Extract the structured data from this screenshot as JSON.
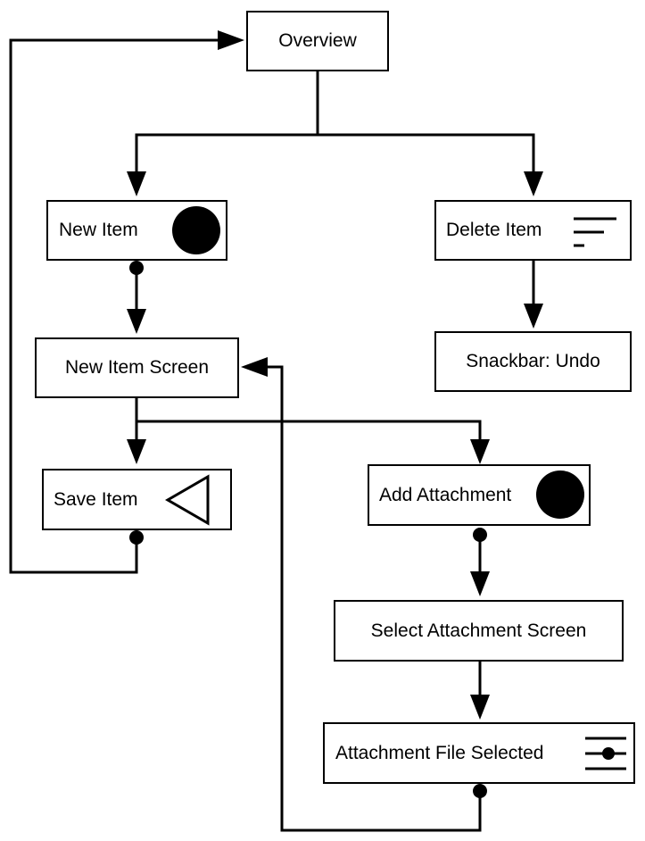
{
  "diagram": {
    "nodes": {
      "overview": "Overview",
      "new_item": "New Item",
      "delete_item": "Delete Item",
      "new_item_screen": "New Item Screen",
      "snackbar_undo": "Snackbar: Undo",
      "save_item": "Save Item",
      "add_attachment": "Add Attachment",
      "select_attachment_screen": "Select Attachment Screen",
      "attachment_file_selected": "Attachment File Selected"
    },
    "icons": {
      "new_item": "filled-circle-icon",
      "delete_item": "swipe-lines-icon",
      "save_item": "back-triangle-icon",
      "add_attachment": "filled-circle-icon",
      "attachment_file_selected": "slider-handle-icon"
    },
    "edges": [
      {
        "from": "Overview",
        "to": "New Item"
      },
      {
        "from": "Overview",
        "to": "Delete Item"
      },
      {
        "from": "New Item",
        "to": "New Item Screen"
      },
      {
        "from": "Delete Item",
        "to": "Snackbar: Undo"
      },
      {
        "from": "New Item Screen",
        "to": "Save Item"
      },
      {
        "from": "New Item Screen",
        "to": "Add Attachment"
      },
      {
        "from": "Save Item",
        "to": "Overview"
      },
      {
        "from": "Add Attachment",
        "to": "Select Attachment Screen"
      },
      {
        "from": "Select Attachment Screen",
        "to": "Attachment File Selected"
      },
      {
        "from": "Attachment File Selected",
        "to": "New Item Screen"
      }
    ]
  }
}
